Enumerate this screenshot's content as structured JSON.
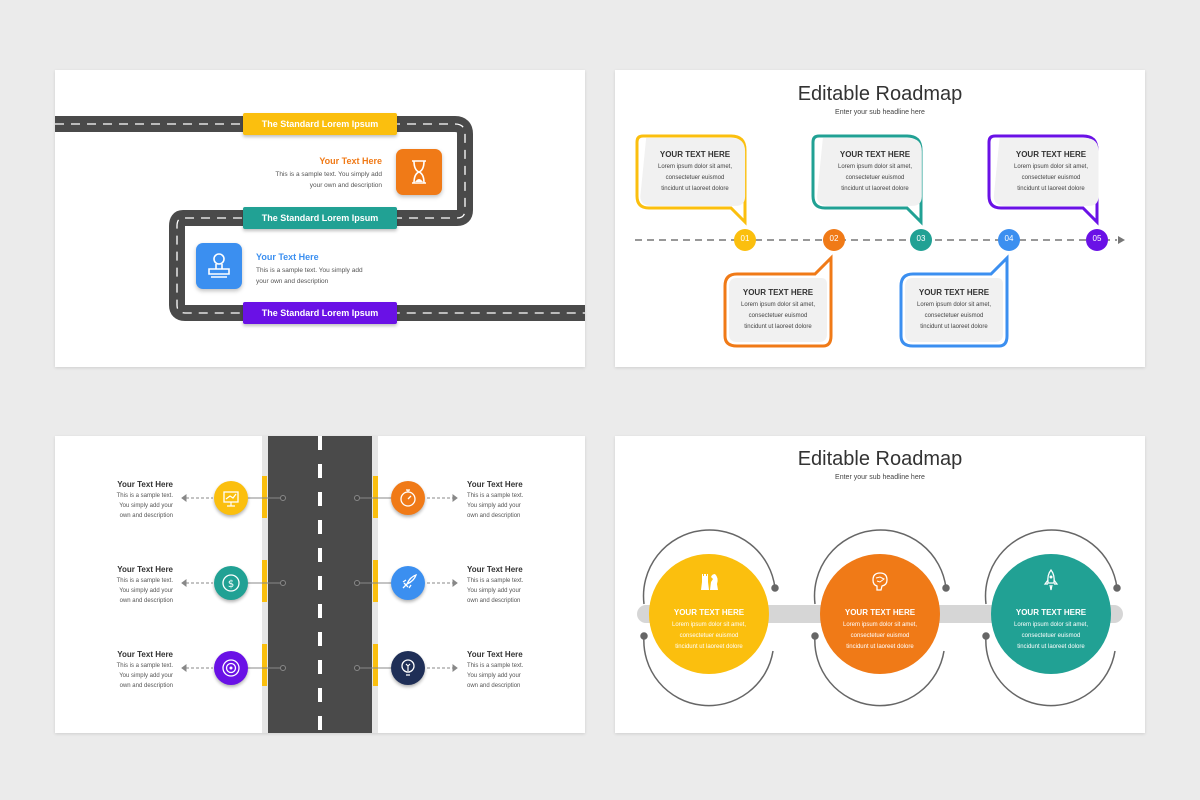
{
  "colors": {
    "yellow": "#fbbf0e",
    "orange": "#f07a17",
    "teal": "#21a194",
    "blue": "#3b8ff0",
    "purple": "#6a11e6",
    "navy": "#1f2f57",
    "road": "#4a4a4a"
  },
  "slide1": {
    "bars": [
      "The Standard Lorem Ipsum",
      "The Standard Lorem Ipsum",
      "The Standard Lorem Ipsum"
    ],
    "item1": {
      "title": "Your Text Here",
      "line1": "This is a sample text. You simply add",
      "line2": "your own and description",
      "icon": "hourglass-icon"
    },
    "item2": {
      "title": "Your Text Here",
      "line1": "This is a sample text. You simply add",
      "line2": "your own and description",
      "icon": "stamp-icon"
    }
  },
  "slide2": {
    "title": "Editable Roadmap",
    "subtitle": "Enter your sub headline here",
    "markers": [
      "01",
      "02",
      "03",
      "04",
      "05"
    ],
    "bubbles": [
      {
        "title": "YOUR TEXT HERE",
        "l1": "Lorem ipsum dolor sit amet,",
        "l2": "consectetuer euismod",
        "l3": "tincidunt ut laoreet dolore"
      },
      {
        "title": "YOUR TEXT HERE",
        "l1": "Lorem ipsum dolor sit amet,",
        "l2": "consectetuer euismod",
        "l3": "tincidunt ut laoreet dolore"
      },
      {
        "title": "YOUR TEXT HERE",
        "l1": "Lorem ipsum dolor sit amet,",
        "l2": "consectetuer euismod",
        "l3": "tincidunt ut laoreet dolore"
      },
      {
        "title": "YOUR TEXT HERE",
        "l1": "Lorem ipsum dolor sit amet,",
        "l2": "consectetuer euismod",
        "l3": "tincidunt ut laoreet dolore"
      },
      {
        "title": "YOUR TEXT HERE",
        "l1": "Lorem ipsum dolor sit amet,",
        "l2": "consectetuer euismod",
        "l3": "tincidunt ut laoreet dolore"
      }
    ]
  },
  "slide3": {
    "left": [
      {
        "title": "Your Text Here",
        "l1": "This is a sample text.",
        "l2": "You simply add your",
        "l3": "own and description",
        "icon": "presentation-icon"
      },
      {
        "title": "Your Text Here",
        "l1": "This is a sample text.",
        "l2": "You simply add your",
        "l3": "own and description",
        "icon": "dollar-icon"
      },
      {
        "title": "Your Text Here",
        "l1": "This is a sample text.",
        "l2": "You simply add your",
        "l3": "own and description",
        "icon": "target-icon"
      }
    ],
    "right": [
      {
        "title": "Your Text Here",
        "l1": "This is a sample text.",
        "l2": "You simply add your",
        "l3": "own and description",
        "icon": "stopwatch-icon"
      },
      {
        "title": "Your Text Here",
        "l1": "This is a sample text.",
        "l2": "You simply add your",
        "l3": "own and description",
        "icon": "rocket-icon"
      },
      {
        "title": "Your Text Here",
        "l1": "This is a sample text.",
        "l2": "You simply add your",
        "l3": "own and description",
        "icon": "idea-icon"
      }
    ]
  },
  "slide4": {
    "title": "Editable Roadmap",
    "subtitle": "Enter your sub headline here",
    "circles": [
      {
        "title": "YOUR TEXT HERE",
        "l1": "Lorem ipsum dolor sit amet,",
        "l2": "consectetuer euismod",
        "l3": "tincidunt ut laoreet dolore",
        "icon": "chess-icon"
      },
      {
        "title": "YOUR TEXT HERE",
        "l1": "Lorem ipsum dolor sit amet,",
        "l2": "consectetuer euismod",
        "l3": "tincidunt ut laoreet dolore",
        "icon": "brain-icon"
      },
      {
        "title": "YOUR TEXT HERE",
        "l1": "Lorem ipsum dolor sit amet,",
        "l2": "consectetuer euismod",
        "l3": "tincidunt ut laoreet dolore",
        "icon": "rocket-launch-icon"
      }
    ]
  }
}
